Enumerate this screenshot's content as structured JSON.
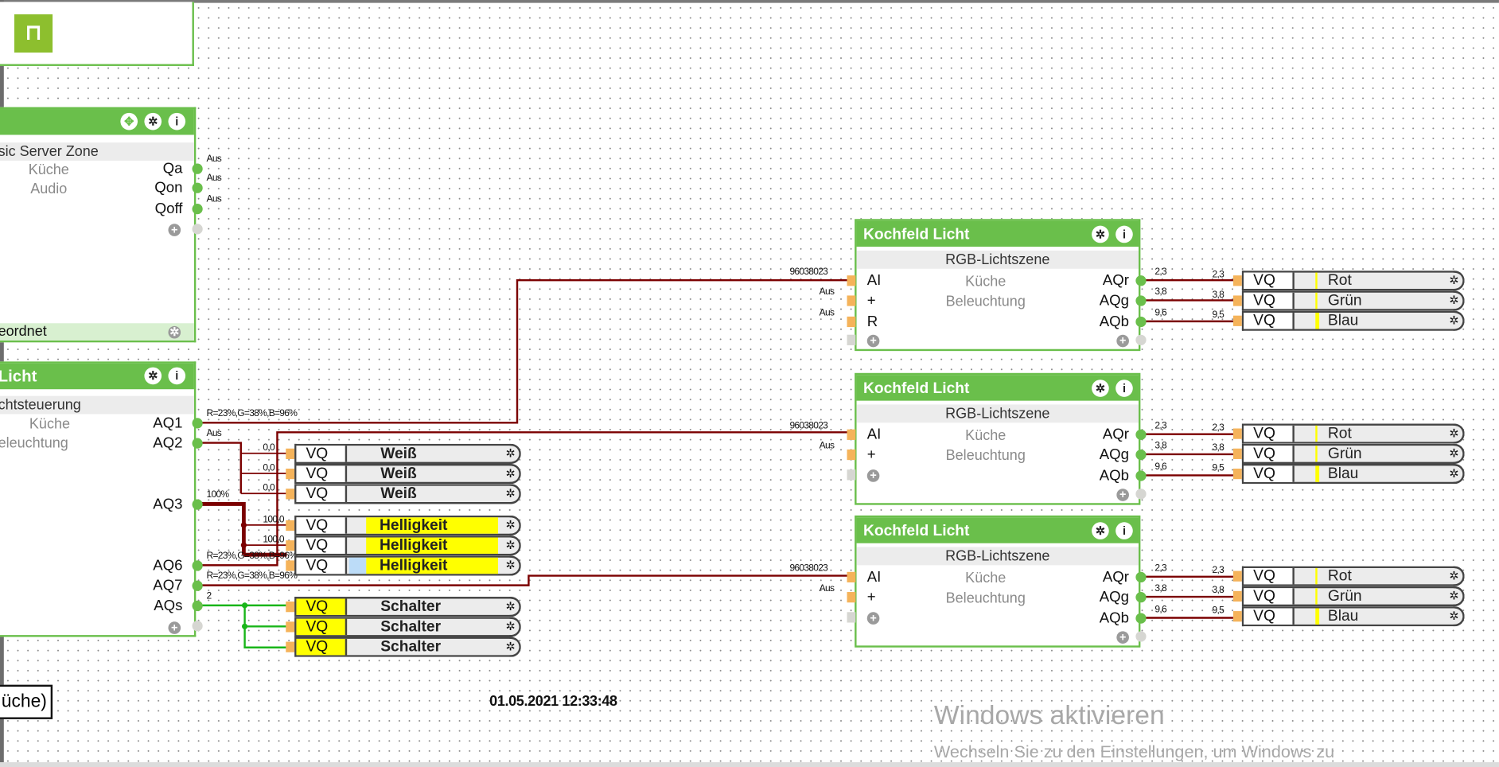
{
  "colors": {
    "block_green": "#6abf4b",
    "wire_red": "#7b0000",
    "wire_green": "#19b519",
    "input_orange": "#f5b35a",
    "highlight_yellow": "#ffff00",
    "highlight_blue": "#bcdcf8"
  },
  "pin_block": {
    "icon": "pin-icon"
  },
  "audio_block": {
    "icons": [
      "move-icon",
      "gear-icon",
      "info-icon"
    ],
    "subtitle": "sic Server Zone",
    "left_lines": [
      "Küche",
      "Audio"
    ],
    "outputs": [
      "Qa",
      "Qon",
      "Qoff"
    ],
    "output_values": [
      "Aus",
      "Aus",
      "Aus"
    ],
    "footer": "eordnet"
  },
  "licht_block": {
    "title": "Licht",
    "icons": [
      "gear-icon",
      "info-icon"
    ],
    "subtitle": "chtsteuerung",
    "left_lines": [
      "Küche",
      "eleuchtung"
    ],
    "outputs": [
      "AQ1",
      "AQ2",
      "AQ3",
      "AQ6",
      "AQ7",
      "AQs"
    ],
    "output_values": [
      "R=23%,G=38%,B=96%",
      "Aus",
      "100%",
      "R=23%,G=38%,B=96%",
      "R=23%,G=38%,B=96%",
      "2"
    ]
  },
  "vq_left": [
    {
      "type": "VQ",
      "label": "Weiß",
      "input": "0,0",
      "style": "plain"
    },
    {
      "type": "VQ",
      "label": "Weiß",
      "input": "0,0",
      "style": "plain"
    },
    {
      "type": "VQ",
      "label": "Weiß",
      "input": "0,0",
      "style": "plain"
    },
    {
      "type": "VQ",
      "label": "Helligkeit",
      "input": "100,0",
      "style": "yellow-label"
    },
    {
      "type": "VQ",
      "label": "Helligkeit",
      "input": "100,0",
      "style": "yellow-label"
    },
    {
      "type": "VQ",
      "label": "Helligkeit",
      "input": "",
      "style": "yellow-label-blue"
    },
    {
      "type": "VQ",
      "label": "Schalter",
      "input": "",
      "style": "yellow-type"
    },
    {
      "type": "VQ",
      "label": "Schalter",
      "input": "",
      "style": "yellow-type"
    },
    {
      "type": "VQ",
      "label": "Schalter",
      "input": "",
      "style": "yellow-type"
    }
  ],
  "scene_blocks": [
    {
      "title": "Kochfeld Licht",
      "subtitle": "RGB-Lichtszene",
      "left_lines": [
        "Küche",
        "Beleuchtung"
      ],
      "inputs": [
        "AI",
        "+",
        "R"
      ],
      "input_values": [
        "96038023",
        "Aus",
        "Aus"
      ],
      "outputs": [
        "AQr",
        "AQg",
        "AQb"
      ],
      "output_values": [
        "2,3",
        "3,8",
        "9,6"
      ]
    },
    {
      "title": "Kochfeld Licht",
      "subtitle": "RGB-Lichtszene",
      "left_lines": [
        "Küche",
        "Beleuchtung"
      ],
      "inputs": [
        "AI",
        "+"
      ],
      "input_values": [
        "96038023",
        "Aus"
      ],
      "outputs": [
        "AQr",
        "AQg",
        "AQb"
      ],
      "output_values": [
        "2,3",
        "3,8",
        "9,6"
      ]
    },
    {
      "title": "Kochfeld Licht",
      "subtitle": "RGB-Lichtszene",
      "left_lines": [
        "Küche",
        "Beleuchtung"
      ],
      "inputs": [
        "AI",
        "+"
      ],
      "input_values": [
        "96038023",
        "Aus"
      ],
      "outputs": [
        "AQr",
        "AQg",
        "AQb"
      ],
      "output_values": [
        "2,3",
        "3,8",
        "9,6"
      ]
    }
  ],
  "vq_right": [
    {
      "type": "VQ",
      "label": "Rot",
      "input": "2,3",
      "bar": "thin"
    },
    {
      "type": "VQ",
      "label": "Grün",
      "input": "3,8",
      "bar": "thin"
    },
    {
      "type": "VQ",
      "label": "Blau",
      "input": "9,5",
      "bar": "thick"
    }
  ],
  "room_label": "üche)",
  "timestamp": "01.05.2021 12:33:48",
  "watermark": {
    "title": "Windows aktivieren",
    "subtitle": "Wechseln Sie zu den Einstellungen, um Windows zu"
  }
}
